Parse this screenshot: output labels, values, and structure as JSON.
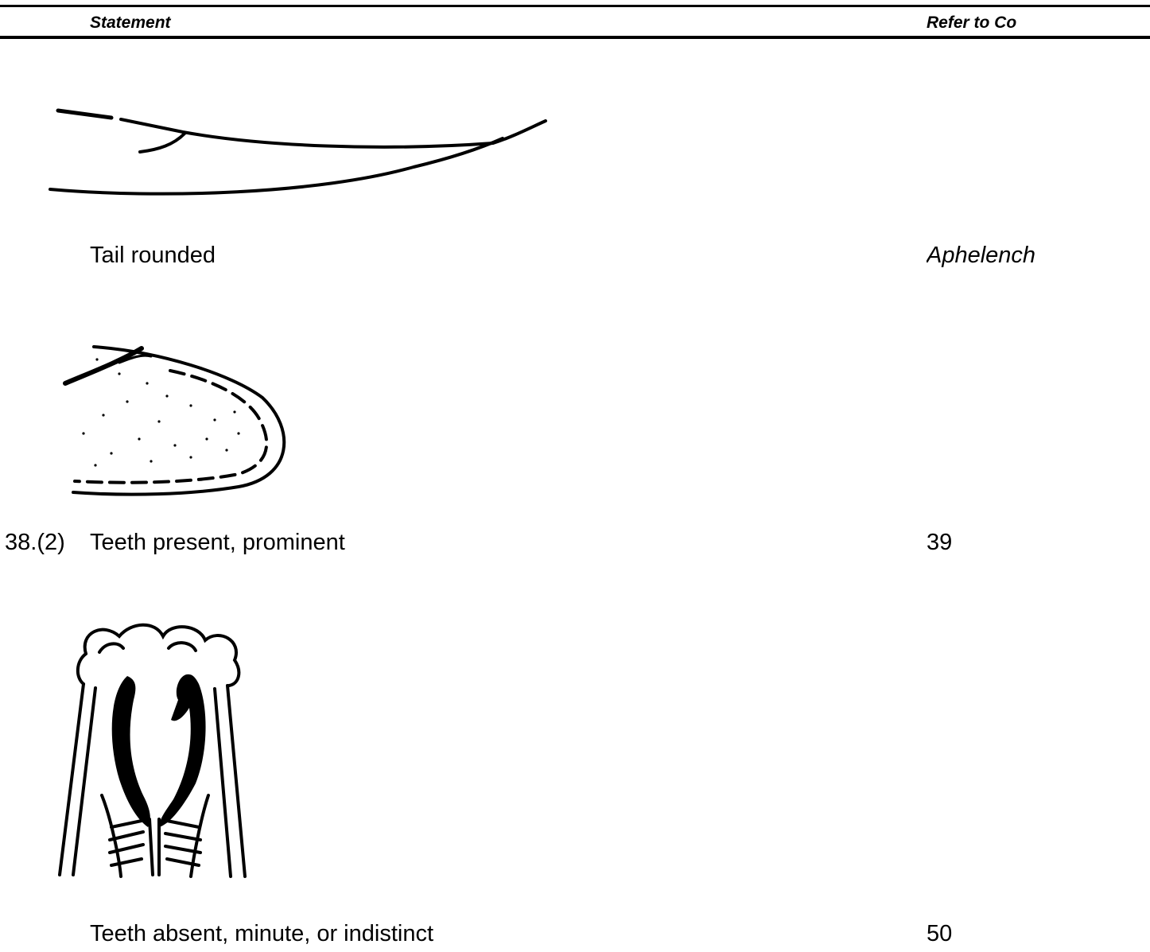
{
  "header": {
    "statement_label": "Statement",
    "refer_label": "Refer to Co"
  },
  "entries": [
    {
      "couplet": "",
      "statement": "Tail rounded",
      "refer": "Aphelench",
      "figure": "tail-rounded-drawing"
    },
    {
      "couplet": "38.(2)",
      "statement": "Teeth present, prominent",
      "refer": "39",
      "figure": "teeth-present-drawing"
    },
    {
      "couplet": "",
      "statement": "Teeth absent, minute, or indistinct",
      "refer": "50",
      "figure": ""
    }
  ]
}
